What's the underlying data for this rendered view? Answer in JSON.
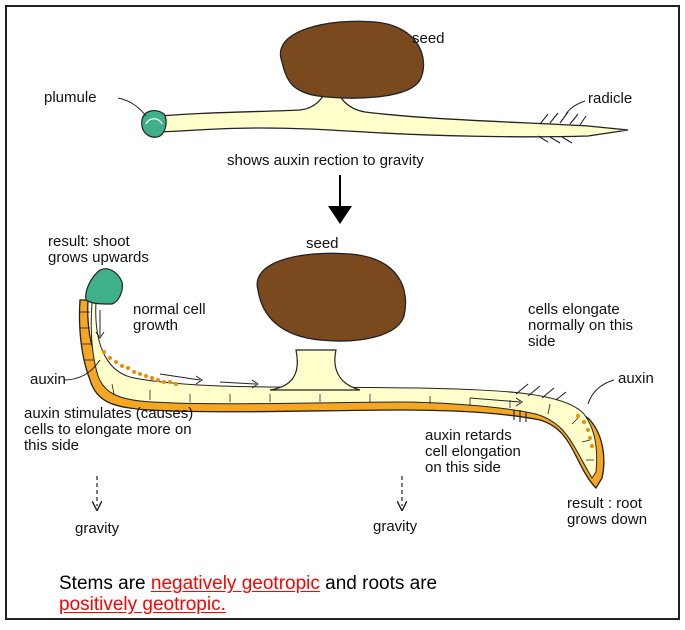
{
  "diagram": {
    "colors": {
      "seed": "#7a4a1e",
      "seedling_fill": "#ffffcc",
      "cell_layer": "#f5a623",
      "tip": "#3fb08a",
      "auxin_dots": "#f08c00",
      "caption_red": "#ff0000"
    },
    "top": {
      "seed_label": "seed",
      "plumule_label": "plumule",
      "radicle_label": "radicle",
      "arrow_caption": "shows auxin rection to gravity"
    },
    "bottom": {
      "seed_label": "seed",
      "shoot_result": "result: shoot\ngrows upwards",
      "normal_growth": "normal cell\ngrowth",
      "cells_elongate": "cells elongate\nnormally on this\nside",
      "auxin_left": "auxin",
      "auxin_right": "auxin",
      "stimulates": "auxin stimulates (causes)\ncells to elongate more on\nthis side",
      "retards": "auxin retards\ncell elongation\non this side",
      "gravity_left": "gravity",
      "gravity_mid": "gravity",
      "root_result": "result : root\ngrows down"
    },
    "caption": {
      "part1": "Stems are ",
      "red1": "negatively geotropic",
      "part2": " and roots are",
      "red2": "positively geotropic."
    }
  }
}
